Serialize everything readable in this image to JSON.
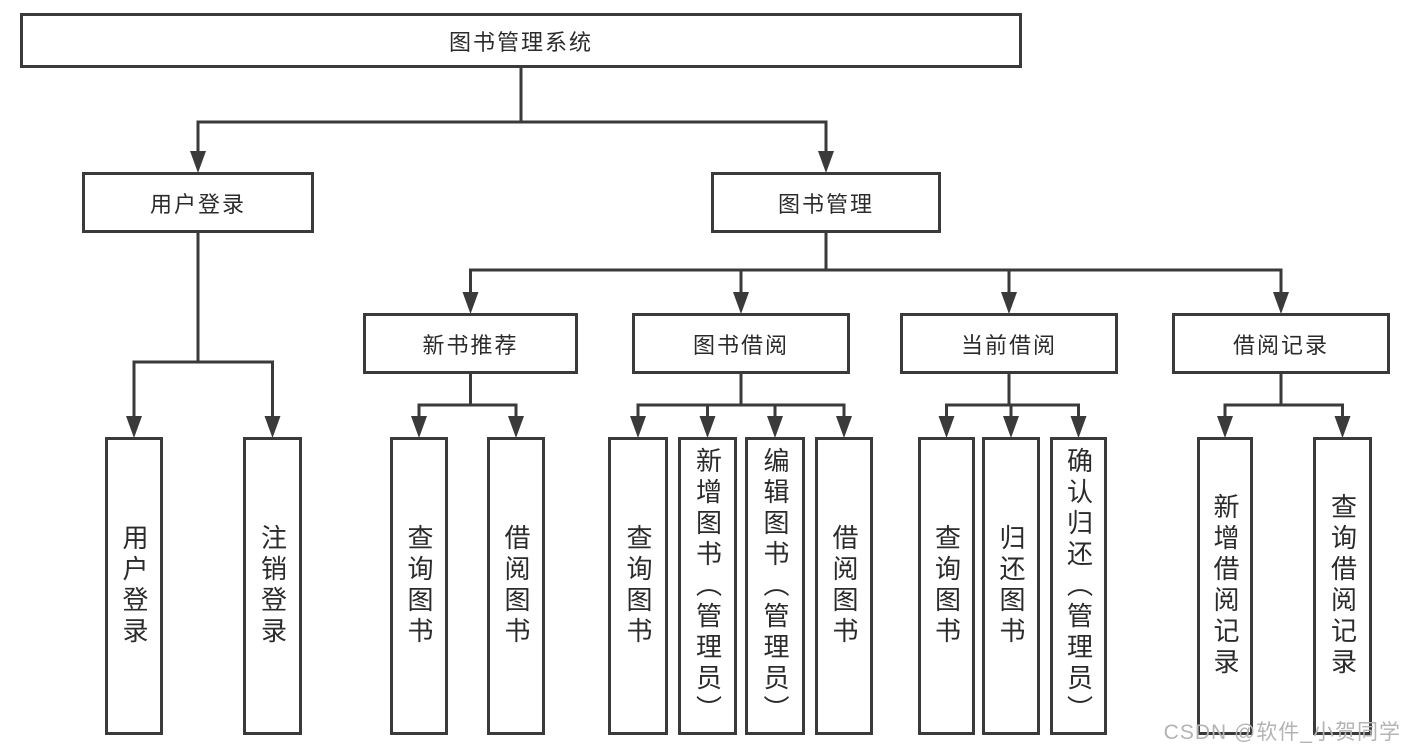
{
  "colors": {
    "bg": "#ffffff",
    "line": "#3a3a3a",
    "text": "#2b2b2b",
    "watermark": "#b4b4b4",
    "box_bg": "#ffffff"
  },
  "watermark": {
    "text": "CSDN @软件_小贺同学"
  },
  "tree": {
    "id": "system",
    "label": "图书管理系统",
    "children": [
      {
        "id": "user-login",
        "label": "用户登录",
        "children": [
          {
            "id": "ul-login",
            "label": "用户登录"
          },
          {
            "id": "ul-logout",
            "label": "注销登录"
          }
        ]
      },
      {
        "id": "book-mgmt",
        "label": "图书管理",
        "children": [
          {
            "id": "new-book",
            "label": "新书推荐",
            "children": [
              {
                "id": "nb-query",
                "label": "查询图书"
              },
              {
                "id": "nb-borrow",
                "label": "借阅图书"
              }
            ]
          },
          {
            "id": "borrowing",
            "label": "图书借阅",
            "children": [
              {
                "id": "bb-query",
                "label": "查询图书"
              },
              {
                "id": "bb-add",
                "label": "新增图书（管理员）"
              },
              {
                "id": "bb-edit",
                "label": "编辑图书（管理员）"
              },
              {
                "id": "bb-borrow",
                "label": "借阅图书"
              }
            ]
          },
          {
            "id": "current",
            "label": "当前借阅",
            "children": [
              {
                "id": "cb-query",
                "label": "查询图书"
              },
              {
                "id": "cb-return",
                "label": "归还图书"
              },
              {
                "id": "cb-confirm",
                "label": "确认归还（管理员）"
              }
            ]
          },
          {
            "id": "records",
            "label": "借阅记录",
            "children": [
              {
                "id": "br-add",
                "label": "新增借阅记录"
              },
              {
                "id": "br-query",
                "label": "查询借阅记录"
              }
            ]
          }
        ]
      }
    ]
  }
}
